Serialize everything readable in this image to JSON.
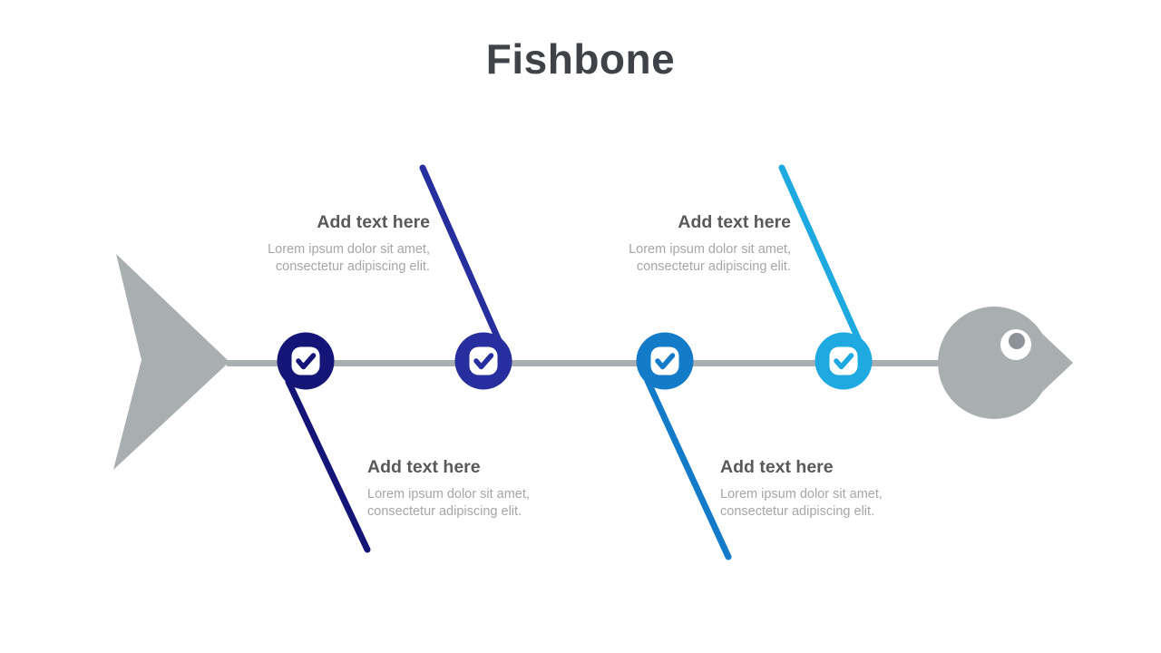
{
  "slide": {
    "title": "Fishbone"
  },
  "colors": {
    "skeleton": "#a9aeb0",
    "title_text": "#3f4347",
    "heading_text": "#595959",
    "body_text": "#a6a6a6",
    "eye_white": "#ffffff",
    "eye_pupil": "#8d9296"
  },
  "nodes": [
    {
      "id": 1,
      "color": "#141577",
      "icon": "check",
      "branch_direction": "down",
      "heading": "Add text here",
      "body_line1": "Lorem ipsum dolor sit amet,",
      "body_line2": "consectetur adipiscing elit."
    },
    {
      "id": 2,
      "color": "#272e9e",
      "icon": "check",
      "branch_direction": "up",
      "heading": "Add text here",
      "body_line1": "Lorem ipsum dolor sit amet,",
      "body_line2": "consectetur adipiscing elit."
    },
    {
      "id": 3,
      "color": "#147bc9",
      "icon": "check",
      "branch_direction": "down",
      "heading": "Add text here",
      "body_line1": "Lorem ipsum dolor sit amet,",
      "body_line2": "consectetur adipiscing elit."
    },
    {
      "id": 4,
      "color": "#1ea9e1",
      "icon": "check",
      "branch_direction": "up",
      "heading": "Add text here",
      "body_line1": "Lorem ipsum dolor sit amet,",
      "body_line2": "consectetur adipiscing elit."
    }
  ]
}
